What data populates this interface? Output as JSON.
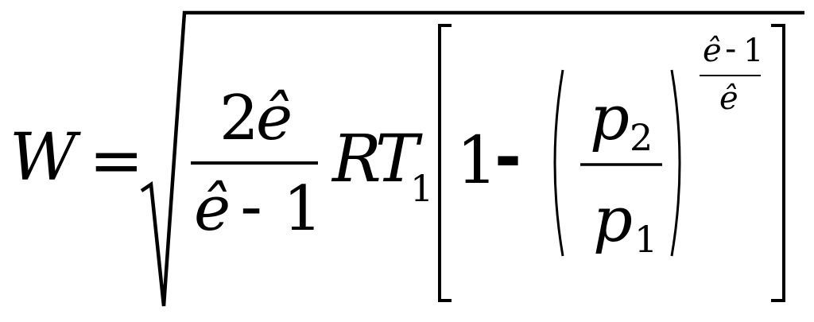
{
  "equation": {
    "lhs": "W",
    "equals": "=",
    "frac": {
      "num_two": "2",
      "num_var": "ê",
      "den_var": "ê",
      "den_minus": "-",
      "den_one": "1"
    },
    "R": "R",
    "T": "T",
    "T_sub": "1",
    "one": "1",
    "minus": "-",
    "p_num": "p",
    "p_num_sub": "2",
    "p_den": "p",
    "p_den_sub": "1",
    "exp": {
      "num_var": "ê",
      "num_minus": "-",
      "num_one": "1",
      "den_var": "ê"
    }
  }
}
